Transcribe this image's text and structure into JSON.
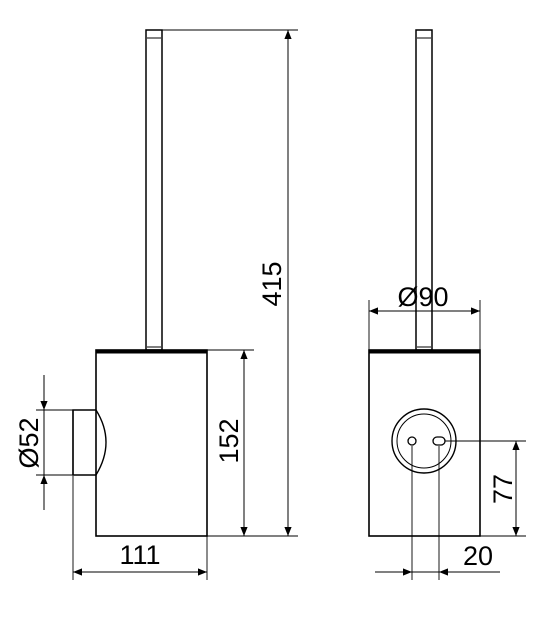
{
  "drawing": {
    "side_view": {
      "total_height_label": "415",
      "body_height_label": "152",
      "body_width_label": "111",
      "holder_diameter_label": "Ø52"
    },
    "front_view": {
      "diameter_label": "Ø90",
      "mount_height_label": "77",
      "mount_offset_label": "20"
    },
    "line_color": "#000000",
    "background_color": "#ffffff"
  }
}
